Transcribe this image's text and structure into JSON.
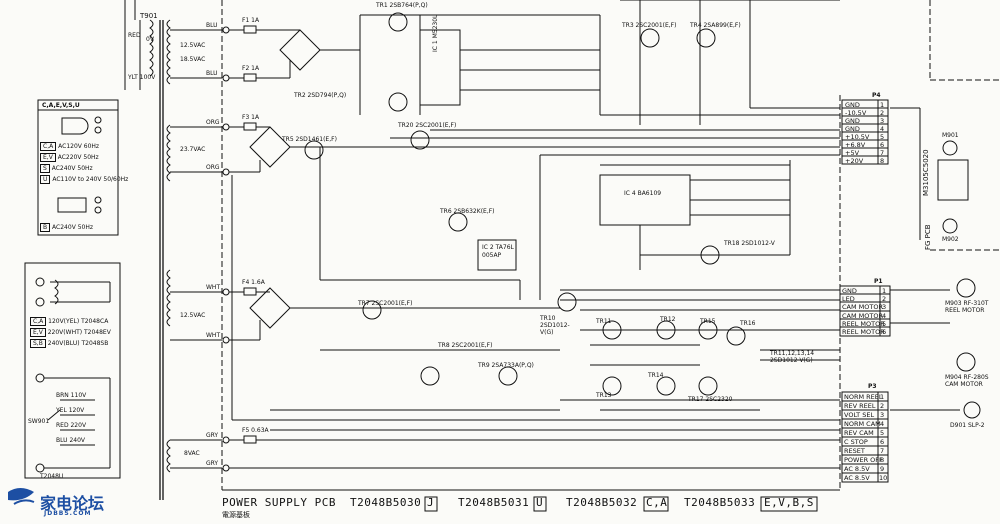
{
  "colors": {
    "ink": "#111111",
    "paper": "#fbfbf8",
    "watermark_blue": "#1d4fa3"
  },
  "transformer": {
    "label": "T901",
    "wires": [
      "RED",
      "YEL 120V",
      "WHT",
      "YLT 100V"
    ],
    "taps": [
      "0V",
      "BRN 110V",
      "YEL 120V",
      "RED 220V",
      "BLU 240V"
    ]
  },
  "legend": {
    "title": "C,A,E,V,S,U",
    "rows": [
      {
        "code": "C,A",
        "text": "AC120V  60Hz"
      },
      {
        "code": "E,V",
        "text": "AC220V  50Hz"
      },
      {
        "code": "S",
        "text": "AC240V  50Hz"
      },
      {
        "code": "U",
        "text": "AC110V to 240V  50/60Hz"
      },
      {
        "code": "B",
        "text": "AC240V  50Hz"
      }
    ]
  },
  "legend2": {
    "rows": [
      {
        "code": "C,A",
        "text": "120V(YEL) T2048CA"
      },
      {
        "code": "E,V",
        "text": "220V(WHT) T2048EV"
      },
      {
        "code": "S,B",
        "text": "240V(BLU) T2048SB"
      }
    ],
    "switch": "SW901",
    "bottom": "T2048U"
  },
  "voltages": [
    "12.5VAC",
    "18.5VAC",
    "23.7VAC",
    "12.5VAC",
    "8VAC"
  ],
  "fuses": [
    "F1 1A",
    "F2 1A",
    "F3 1A",
    "F4 1.6A",
    "F5 0.63A"
  ],
  "wire_colors": [
    "BLU",
    "BLU",
    "ORG",
    "ORG",
    "WHT",
    "WHT",
    "GRY",
    "GRY"
  ],
  "parts": [
    {
      "id": "TR1",
      "label": "TR1 2SB764(P,Q)"
    },
    {
      "id": "TR2",
      "label": "TR2 2SD794(P,Q)"
    },
    {
      "id": "TR3",
      "label": "TR3 2SC2001(E,F)"
    },
    {
      "id": "TR4",
      "label": "TR4 2SA899(E,F)"
    },
    {
      "id": "TR5",
      "label": "TR5 2SD1461(E,F)"
    },
    {
      "id": "TR6",
      "label": "TR6 2SB632K(E,F)"
    },
    {
      "id": "TR7",
      "label": "TR7 2SC2001(E,F)"
    },
    {
      "id": "TR8",
      "label": "TR8 2SC2001(E,F)"
    },
    {
      "id": "TR9",
      "label": "TR9 2SA733A(P,Q)"
    },
    {
      "id": "TR20",
      "label": "TR20 2SC2001(E,F)"
    },
    {
      "id": "IC1",
      "label": "IC 1 M5230L"
    },
    {
      "id": "IC2",
      "label": "IC 2 TA76L 005AP"
    },
    {
      "id": "IC4",
      "label": "IC 4 BA6109"
    },
    {
      "id": "TR10",
      "label": "TR10 2SD1012-V(G)"
    },
    {
      "id": "TR11",
      "label": "TR11"
    },
    {
      "id": "TR12",
      "label": "TR12"
    },
    {
      "id": "TR13",
      "label": "TR13"
    },
    {
      "id": "TR14",
      "label": "TR14"
    },
    {
      "id": "TR15",
      "label": "TR15"
    },
    {
      "id": "TR16",
      "label": "TR16"
    },
    {
      "id": "TR17",
      "label": "TR17 2SC2320"
    },
    {
      "id": "TR18",
      "label": "TR18 2SD1012-V"
    }
  ],
  "connector_p4": {
    "name": "P4",
    "pins": [
      {
        "label": "GND",
        "num": "1"
      },
      {
        "label": "-10.5V",
        "num": "2"
      },
      {
        "label": "GND",
        "num": "3"
      },
      {
        "label": "GND",
        "num": "4"
      },
      {
        "label": "+10.5V",
        "num": "5"
      },
      {
        "label": "+6.8V",
        "num": "6"
      },
      {
        "label": "+5V",
        "num": "7"
      },
      {
        "label": "+20V",
        "num": "8"
      }
    ]
  },
  "connector_p1": {
    "name": "P1",
    "pins": [
      {
        "label": "GND",
        "num": "1"
      },
      {
        "label": "LED",
        "num": "2"
      },
      {
        "label": "CAM MOTOR",
        "num": "3"
      },
      {
        "label": "CAM MOTOR",
        "num": "4"
      },
      {
        "label": "REEL MOTOR",
        "num": "5"
      },
      {
        "label": "REEL MOTOR",
        "num": "6"
      }
    ]
  },
  "connector_p3": {
    "name": "P3",
    "pins": [
      {
        "label": "NORM REEL",
        "num": "1"
      },
      {
        "label": "REV REEL",
        "num": "2"
      },
      {
        "label": "VOLT SEL",
        "num": "3"
      },
      {
        "label": "NORM CAM",
        "num": "4"
      },
      {
        "label": "REV CAM",
        "num": "5"
      },
      {
        "label": "C STOP",
        "num": "6"
      },
      {
        "label": "RESET",
        "num": "7"
      },
      {
        "label": "POWER OFF",
        "num": "8"
      },
      {
        "label": "AC 8.5V",
        "num": "9"
      },
      {
        "label": "AC 8.5V",
        "num": "10"
      }
    ]
  },
  "right_side": {
    "board": "M3105C5020",
    "pcb": "FG PCB",
    "motors": [
      {
        "id": "M901",
        "label": "M901"
      },
      {
        "id": "M902",
        "label": "M902"
      },
      {
        "id": "M903",
        "label": "M903 RF-310T REEL MOTOR"
      },
      {
        "id": "M904",
        "label": "M904 RF-280S CAM MOTOR"
      }
    ],
    "note": "TR11,12,13,14 2SD1012-V(G)",
    "d901": "D901 SLP-2"
  },
  "footer": {
    "title": "POWER SUPPLY PCB",
    "subtitle": "電源基板",
    "variants": [
      {
        "code": "T2048B5030",
        "tag": "J"
      },
      {
        "code": "T2048B5031",
        "tag": "U"
      },
      {
        "code": "T2048B5032",
        "tag": "C,A"
      },
      {
        "code": "T2048B5033",
        "tag": "E,V,B,S"
      }
    ]
  },
  "watermark": {
    "name": "家电论坛",
    "site": "JDBBS.COM"
  }
}
